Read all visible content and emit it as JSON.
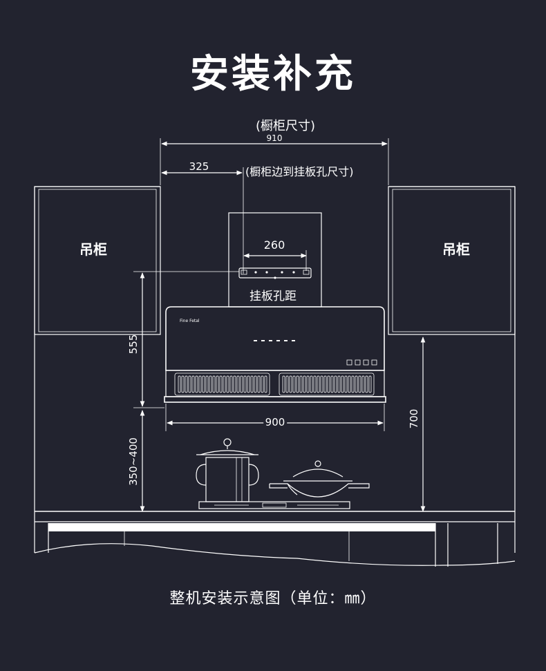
{
  "title": "安装补充",
  "caption": "整机安装示意图（单位：㎜）",
  "brand_text": "Fine Fetal",
  "colors": {
    "background": "#22232f",
    "line": "#ffffff"
  },
  "labels": {
    "cabinet_size": "(橱柜尺寸)",
    "dim_910": "910",
    "dim_325": "325",
    "cabinet_edge_to_hole": "(橱柜边到挂板孔尺寸)",
    "left_cabinet": "吊柜",
    "right_cabinet": "吊柜",
    "dim_260": "260",
    "hanging_board_hole": "挂板孔距",
    "dim_555": "555",
    "dim_900": "900",
    "dim_350_400": "350~400",
    "dim_700": "700"
  }
}
